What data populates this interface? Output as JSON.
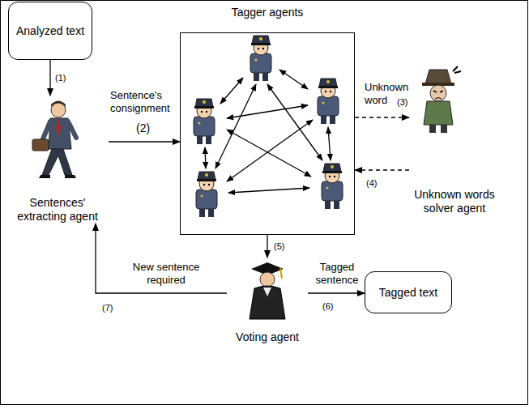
{
  "diagram": {
    "nodes": [
      {
        "text": [
          "Analyzed text"
        ]
      },
      {
        "text": [
          "Sentences' extracting agent"
        ]
      },
      {
        "text": [
          "Tagger agents"
        ]
      },
      {
        "text": [
          "Unknown words solver agent"
        ]
      },
      {
        "text": [
          "Voting agent"
        ]
      },
      {
        "text": [
          "Tagged text"
        ]
      }
    ],
    "edges": [
      {
        "from": 0,
        "to": 1,
        "arrow": "to",
        "label": "(1)"
      },
      {
        "from": 1,
        "to": 2,
        "arrow": "to",
        "label": "Sentence's consignment"
      },
      {
        "from": 2,
        "to": 3,
        "arrow": "to",
        "label": "Unknown word"
      },
      {
        "from": 3,
        "to": 2,
        "arrow": "to",
        "label": "(4)"
      },
      {
        "from": 2,
        "to": 4,
        "arrow": "to",
        "label": "(5)"
      },
      {
        "from": 4,
        "to": 5,
        "arrow": "to",
        "label": "Tagged sentence"
      },
      {
        "from": 4,
        "to": 1,
        "arrow": "to",
        "label": "New sentence required"
      }
    ],
    "labels": [
      "(2)",
      "(3)",
      "(6)",
      "(7)"
    ]
  }
}
